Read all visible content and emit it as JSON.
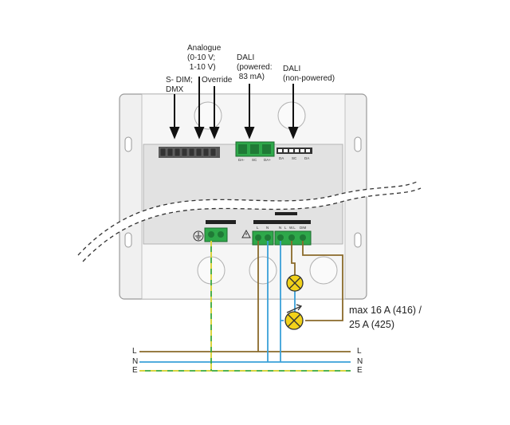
{
  "labels": {
    "sdim": "S- DIM;\nDMX",
    "analogue": "Analogue\n(0-10 V;\n 1-10 V)",
    "override": "Override",
    "dali_powered": "DALI\n(powered:\n 83 mA)",
    "dali_nonpowered": "DALI\n(non-powered)",
    "max_current": "max 16 A (416) /\n25 A (425)"
  },
  "terminal_labels": {
    "dali_powered": [
      "DA-",
      "SC",
      "DA+"
    ],
    "dali_nonpowered": [
      "DA",
      "SC",
      "DA"
    ],
    "mains": [
      "L",
      "N",
      "N",
      "L",
      "W.L",
      "DIM"
    ]
  },
  "wire_labels": {
    "left": [
      "L",
      "N",
      "E"
    ],
    "right": [
      "L",
      "N",
      "E"
    ]
  },
  "colors": {
    "line_brown": "#8a6a2a",
    "neutral_blue": "#3aa0d8",
    "earth_yellow": "#e8d83a",
    "earth_green": "#3aa83a",
    "terminal_green": "#2ea84a",
    "lamp_yellow": "#f2d21a"
  },
  "icons": [
    "earth-symbol-icon",
    "warning-triangle-icon",
    "lamp-icon",
    "dimmer-knob-icon"
  ]
}
